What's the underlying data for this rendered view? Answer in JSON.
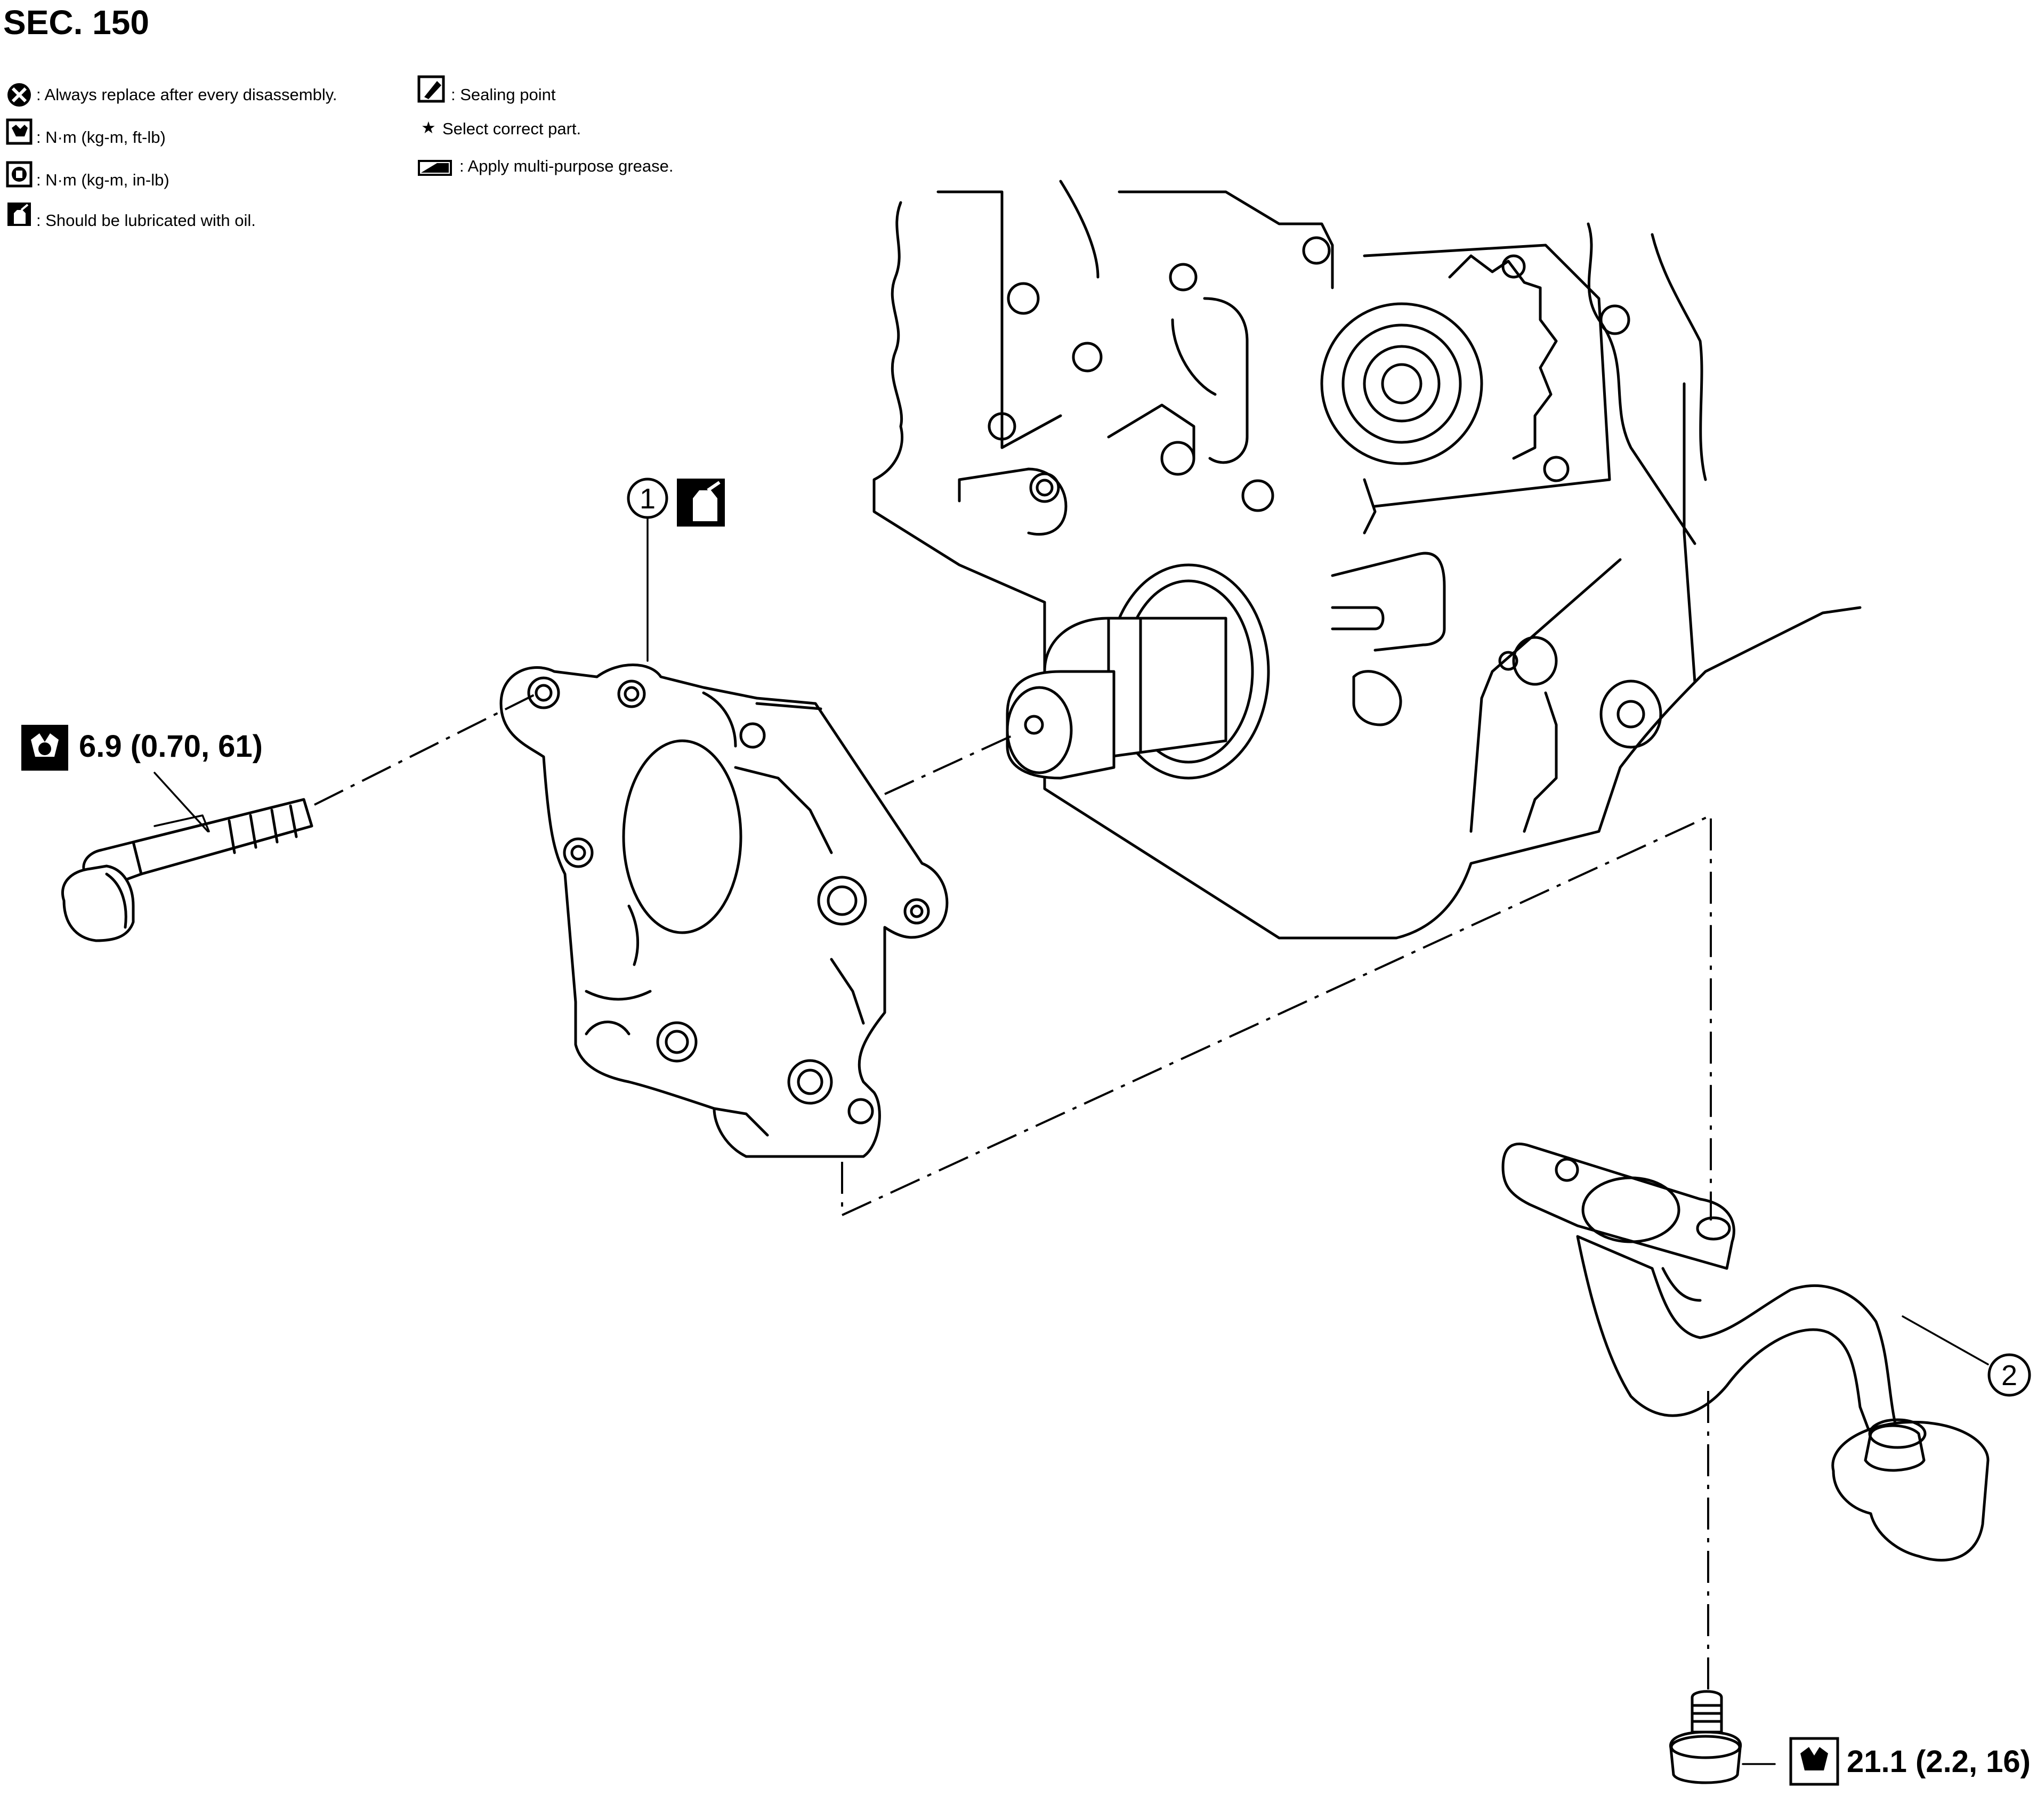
{
  "section": "SEC. 150",
  "legend": {
    "replace": ": Always replace after every disassembly.",
    "torque_ftlb": ": N·m (kg-m, ft-lb)",
    "torque_inlb": ": N·m (kg-m, in-lb)",
    "lubricate": ": Should be lubricated with oil.",
    "sealing": ": Sealing point",
    "select_mark": "★",
    "select": "Select correct part.",
    "grease": ": Apply multi-purpose grease."
  },
  "callouts": {
    "part1": "1",
    "part2": "2"
  },
  "torques": {
    "pump_bolt": "6.9 (0.70, 61)",
    "strainer_bolt": "21.1 (2.2, 16)"
  },
  "icons": {
    "replace": "replace-icon",
    "torque_ftlb": "torque-wrench-ftlb-icon",
    "torque_inlb": "torque-wrench-inlb-icon",
    "lubricate": "oil-can-icon",
    "sealing": "sealant-icon",
    "grease": "grease-icon"
  }
}
